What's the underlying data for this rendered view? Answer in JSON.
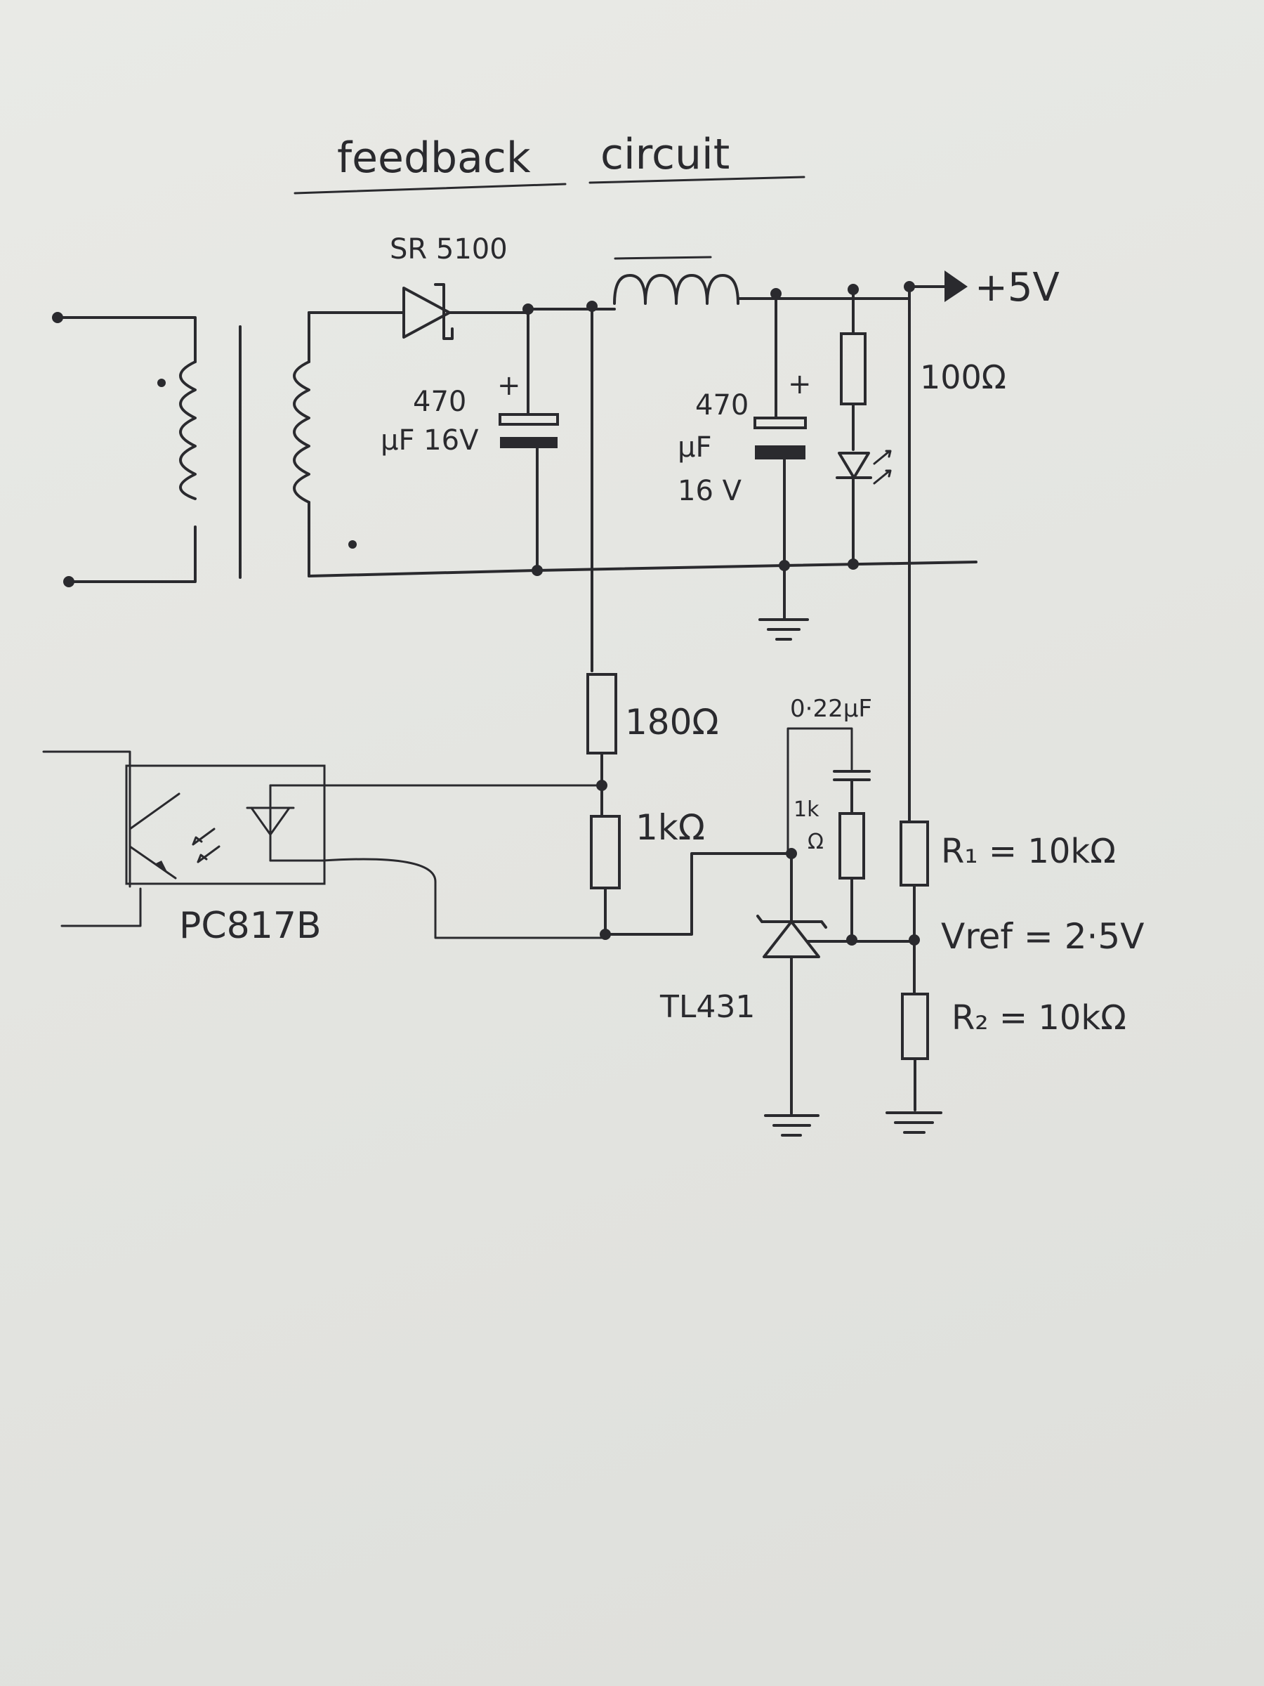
{
  "title_word1": "feedback",
  "title_word2": "circuit",
  "diode_label": "SR 5100",
  "output_label": "+5V",
  "cap1": {
    "value": "470",
    "unit": "µF 16V",
    "polarity": "+"
  },
  "cap2": {
    "value": "470",
    "unit": "µF",
    "voltage": "16 V",
    "polarity": "+"
  },
  "led_resistor": "100Ω",
  "r_180": "180Ω",
  "r_1k": "1kΩ",
  "comp_cap": "0·22µF",
  "comp_res_top": "1k",
  "comp_res_bottom": "Ω",
  "r1": "R₁ = 10kΩ",
  "vref": "Vref = 2·5V",
  "r2": "R₂ = 10kΩ",
  "optocoupler": "PC817B",
  "regulator": "TL431",
  "colors": {
    "ink": "#2a2a2e",
    "paper": "#e6e7e3"
  }
}
